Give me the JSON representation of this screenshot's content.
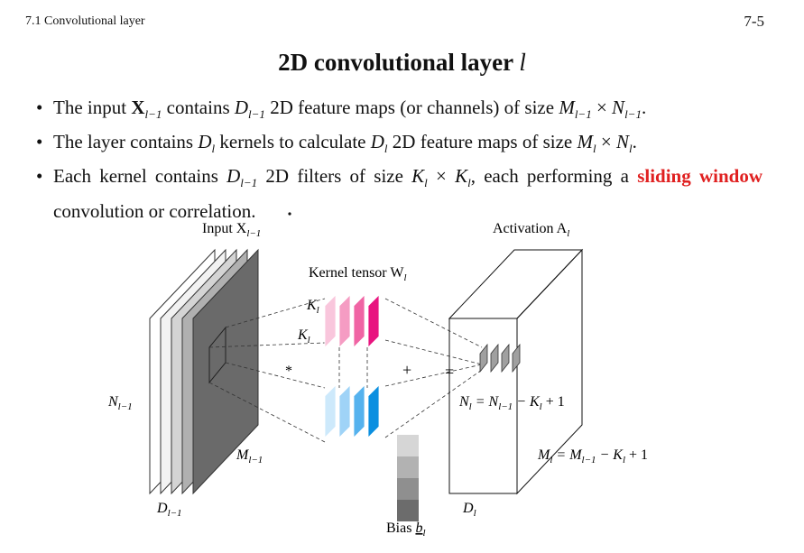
{
  "header": {
    "section_label": "7.1   Convolutional layer",
    "page_number": "7-5"
  },
  "slide": {
    "title_text": "2D convolutional layer",
    "title_var": "l"
  },
  "bullets": [
    {
      "prefix": "The input ",
      "input_sym": "X",
      "input_sub": "l−1",
      "mid1": " contains ",
      "D_sym": "D",
      "D_sub": "l−1",
      "mid2": " 2D feature maps (or channels) of size ",
      "M_sym": "M",
      "M_sub": "l−1",
      "times": " × ",
      "N_sym": "N",
      "N_sub": "l−1",
      "end": "."
    },
    {
      "prefix": "The layer contains ",
      "D_sym": "D",
      "D_sub": "l",
      "mid1": " kernels to calculate ",
      "D2_sym": "D",
      "D2_sub": "l",
      "mid2": " 2D feature maps of size ",
      "M_sym": "M",
      "M_sub": "l",
      "times": " × ",
      "N_sym": "N",
      "N_sub": "l",
      "end": "."
    },
    {
      "prefix": "Each kernel contains ",
      "D_sym": "D",
      "D_sub": "l−1",
      "mid1": " 2D filters of size ",
      "K_sym": "K",
      "K_sub": "l",
      "times": " × ",
      "K2_sym": "K",
      "K2_sub": "l",
      "mid2": ", each performing a ",
      "highlight": "sliding window",
      "end": " convolution or correlation."
    }
  ],
  "figure": {
    "input_label": "Input X",
    "input_sub": "l−1",
    "activation_label": "Activation A",
    "activation_sub": "l",
    "kernel_label": "Kernel tensor W",
    "kernel_sub": "l",
    "k_label_top": "K",
    "k_label_top_sub": "l",
    "k_label_side": "K",
    "k_label_side_sub": "l",
    "n_in_label": "N",
    "n_in_sub": "l−1",
    "m_in_label": "M",
    "m_in_sub": "l−1",
    "d_in_label": "D",
    "d_in_sub": "l−1",
    "d_out_label": "D",
    "d_out_sub": "l",
    "conv_op": "*",
    "plus_op": "+",
    "eq_op": "=",
    "n_out_formula": "N",
    "n_out_sub": "l",
    "n_out_rest": " = N",
    "n_out_rest_sub": "l−1",
    "n_out_tail": " − K",
    "n_out_tail_sub": "l",
    "n_out_end": " + 1",
    "m_out_formula": "M",
    "m_out_sub": "l",
    "m_out_rest": " = M",
    "m_out_rest_sub": "l−1",
    "m_out_tail": " − K",
    "m_out_tail_sub": "l",
    "m_out_end": " + 1",
    "bias_label": "Bias ",
    "bias_sym": "b",
    "bias_sub": "l",
    "colors": {
      "pink_filters": [
        "#f9c6dc",
        "#f59cc3",
        "#f064a4",
        "#e8147f"
      ],
      "blue_filters": [
        "#cde9fb",
        "#9fd3f7",
        "#55b2ee",
        "#0b8fe0"
      ],
      "input_maps": [
        "#f2f2f2",
        "#d4d4d4",
        "#b0b0b0",
        "#6a6a6a"
      ],
      "bias_cells": [
        "#d6d6d6",
        "#b2b2b2",
        "#8f8f8f",
        "#6c6c6c"
      ],
      "output_patch": "#a0a0a0",
      "highlight_red": "#e02020"
    }
  }
}
